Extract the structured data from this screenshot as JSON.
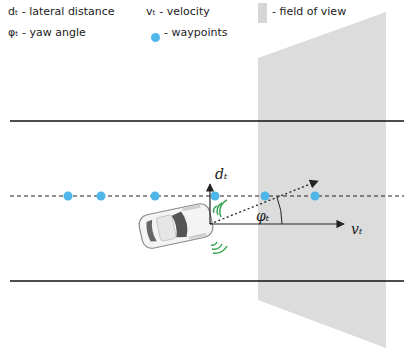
{
  "diagram": {
    "labels": [
      "dₜ - lateral distance",
      "φₜ - yaw angle",
      "vₜ - velocity",
      "dₜ",
      "φₜ",
      "vₜ"
    ],
    "legend": [
      {
        "text": "- waypoints",
        "color": "#4fb6ea"
      },
      {
        "text": "- field of view",
        "color": "#d6d6d6"
      }
    ]
  }
}
